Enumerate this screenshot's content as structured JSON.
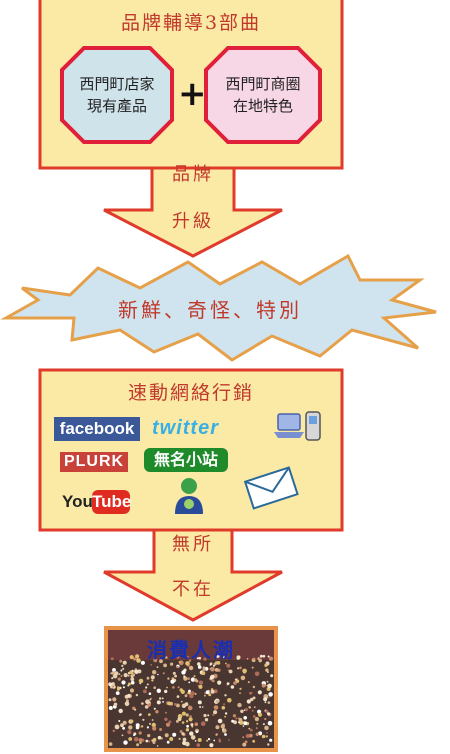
{
  "brand_section": {
    "title": "品牌輔導3部曲",
    "left_box": {
      "line1": "西門町店家",
      "line2": "現有產品"
    },
    "plus_sign": "+",
    "right_box": {
      "line1": "西門町商圈",
      "line2": "在地特色"
    }
  },
  "arrow_one": {
    "line1": "品牌",
    "line2": "升級"
  },
  "burst": {
    "text": "新鮮、奇怪、特別"
  },
  "marketing_section": {
    "title": "速動網絡行銷",
    "logos": {
      "facebook": "facebook",
      "twitter": "twitter",
      "plurk": "PLURK",
      "wumi": "無名小站",
      "youtube_you": "You",
      "youtube_tube": "Tube"
    },
    "icons": [
      "phone-laptop-icon",
      "user-globe-icon",
      "envelope-icon"
    ]
  },
  "arrow_two": {
    "line1": "無所",
    "line2": "不在"
  },
  "photo": {
    "caption": "消費人潮"
  },
  "colors": {
    "section_fill": "#fbe9a6",
    "section_border": "#e03a2a",
    "octagon_left_fill": "#cfe3ea",
    "octagon_right_fill": "#f7d6e6",
    "octagon_border": "#e0203a",
    "burst_fill": "#cfe4ee",
    "burst_border": "#e6a04a",
    "title_text": "#c0392b",
    "caption_text": "#1a2fb0"
  }
}
